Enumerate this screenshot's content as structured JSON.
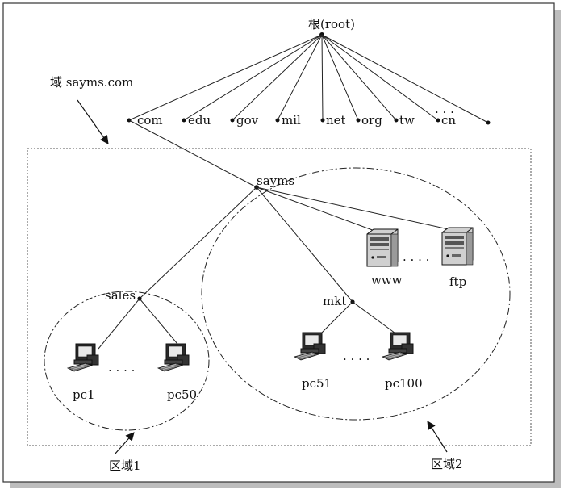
{
  "root_label": "根(root)",
  "domain_label": "域 sayms.com",
  "tld": [
    "com",
    "edu",
    "gov",
    "mil",
    "net",
    "org",
    "tw",
    "cn"
  ],
  "tld_ellipsis": ". . .",
  "sayms_label": "sayms",
  "sales_label": "sales",
  "mkt_label": "mkt",
  "servers": {
    "www": "www",
    "ftp": "ftp",
    "ellipsis": ". . . ."
  },
  "sales_pcs": {
    "first": "pc1",
    "last": "pc50",
    "ellipsis": ". . . ."
  },
  "mkt_pcs": {
    "first": "pc51",
    "last": "pc100",
    "ellipsis": ". . . ."
  },
  "zone1_label": "区域1",
  "zone2_label": "区域2"
}
